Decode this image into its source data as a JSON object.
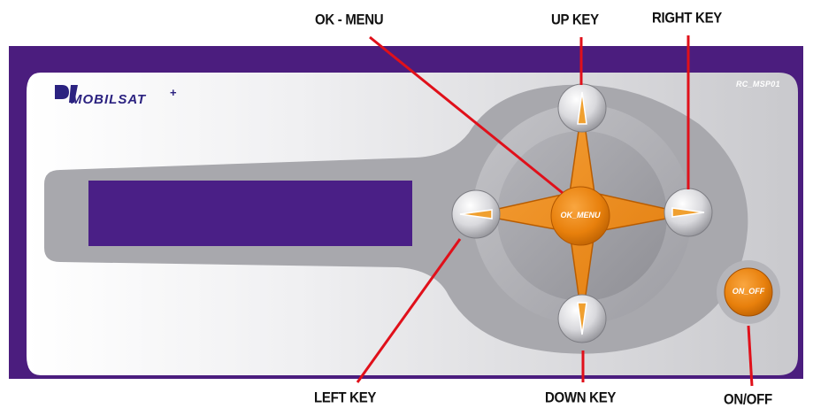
{
  "device": {
    "brand": "MOBILSAT",
    "brand_superscript": "+",
    "model": "RC_MSP01",
    "center_key_label": "OK_MENU",
    "power_key_label": "ON_OFF",
    "colors": {
      "frame": "#4b1d7e",
      "panel": "#e4e4e6",
      "display": "#4a1f86",
      "key_orange": "#ee8a14",
      "callout_line": "#e0101a"
    }
  },
  "callouts": {
    "ok_menu": "OK - MENU",
    "up_key": "UP KEY",
    "right_key": "RIGHT KEY",
    "left_key": "LEFT KEY",
    "down_key": "DOWN KEY",
    "on_off": "ON/OFF"
  }
}
